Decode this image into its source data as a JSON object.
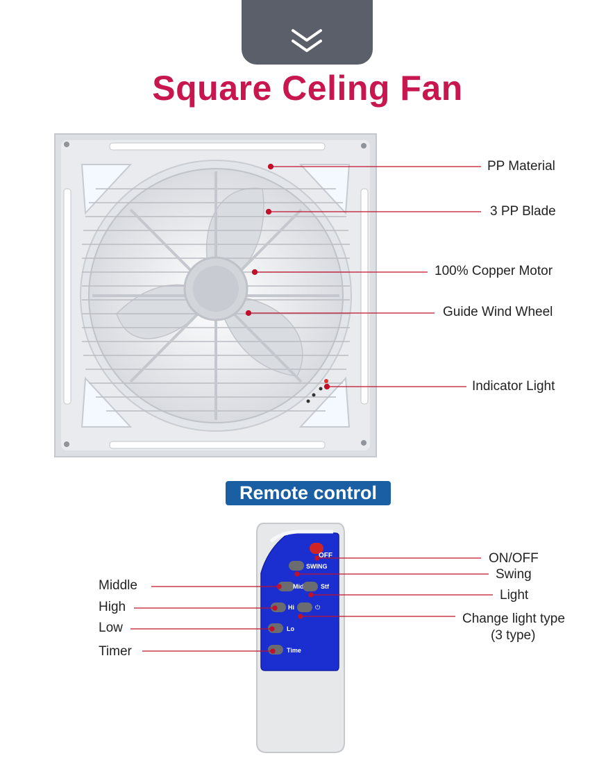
{
  "header": {
    "title": "Square Celing Fan"
  },
  "fan": {
    "callouts": {
      "pp_material": "PP Material",
      "blade": "3 PP Blade",
      "motor": "100% Copper Motor",
      "wind_wheel": "Guide Wind Wheel",
      "indicator": "Indicator Light"
    }
  },
  "remote": {
    "badge": "Remote control",
    "buttons": {
      "off": "OFF",
      "swing": "SWING",
      "mid": "Mid",
      "stf": "Stf",
      "hi": "Hi",
      "lo": "Lo",
      "time": "Time"
    },
    "callouts": {
      "on_off": "ON/OFF",
      "swing": "Swing",
      "light": "Light",
      "light_type_line1": "Change light type",
      "light_type_line2": "(3 type)",
      "middle": "Middle",
      "high": "High",
      "low": "Low",
      "timer": "Timer"
    }
  },
  "colors": {
    "accent": "#c8174f",
    "badge": "#1a5fa3",
    "line": "#c0102a",
    "tab": "#5a5f69"
  }
}
